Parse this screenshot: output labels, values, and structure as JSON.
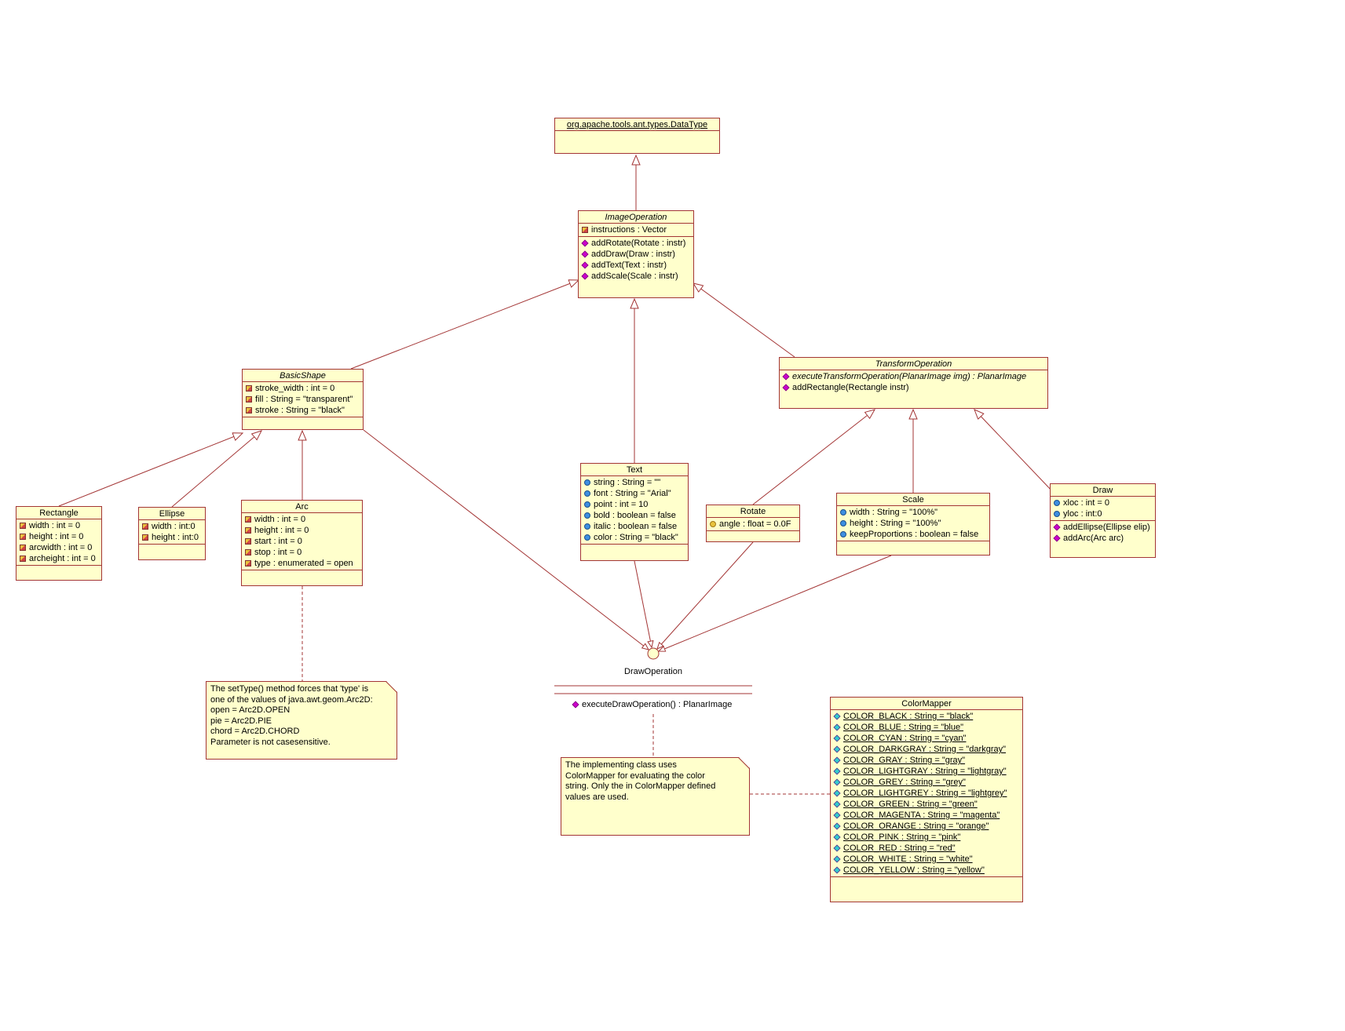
{
  "colors": {
    "canvas": "#FFFFFF",
    "boxfill": "#FFFFCC",
    "line": "#A33535",
    "text": "#000000",
    "attr-red": "#D04545",
    "attr-blue": "#3D8FE0",
    "attr-yellow": "#E8C33D",
    "op-magenta": "#CC00CC",
    "static-cyan": "#33CCCC"
  },
  "classes": {
    "dataType": {
      "name": "org.apache.tools.ant.types.DataType"
    },
    "imageOperation": {
      "name": "ImageOperation",
      "attributes": [
        {
          "icon": "attribute-icon",
          "text": "instructions : Vector"
        }
      ],
      "operations": [
        {
          "icon": "operation-icon",
          "text": "addRotate(Rotate : instr)"
        },
        {
          "icon": "operation-icon",
          "text": "addDraw(Draw : instr)"
        },
        {
          "icon": "operation-icon",
          "text": "addText(Text : instr)"
        },
        {
          "icon": "operation-icon",
          "text": "addScale(Scale : instr)"
        }
      ]
    },
    "basicShape": {
      "name": "BasicShape",
      "attributes": [
        {
          "icon": "attribute-icon",
          "text": "stroke_width : int = 0"
        },
        {
          "icon": "attribute-icon",
          "text": "fill : String = \"transparent\""
        },
        {
          "icon": "attribute-icon",
          "text": "stroke : String = \"black\""
        }
      ]
    },
    "transformOperation": {
      "name": "TransformOperation",
      "operations": [
        {
          "icon": "operation-icon",
          "italic": true,
          "text": "executeTransformOperation(PlanarImage img) : PlanarImage"
        },
        {
          "icon": "operation-icon",
          "text": "addRectangle(Rectangle instr)"
        }
      ]
    },
    "rectangle": {
      "name": "Rectangle",
      "attributes": [
        {
          "icon": "attribute-icon",
          "text": "width : int = 0"
        },
        {
          "icon": "attribute-icon",
          "text": "height : int = 0"
        },
        {
          "icon": "attribute-icon",
          "text": "arcwidth : int = 0"
        },
        {
          "icon": "attribute-icon",
          "text": "archeight : int = 0"
        }
      ]
    },
    "ellipse": {
      "name": "Ellipse",
      "attributes": [
        {
          "icon": "attribute-icon",
          "text": "width : int:0"
        },
        {
          "icon": "attribute-icon",
          "text": "height : int:0"
        }
      ]
    },
    "arc": {
      "name": "Arc",
      "attributes": [
        {
          "icon": "attribute-icon",
          "text": "width : int = 0"
        },
        {
          "icon": "attribute-icon",
          "text": "height : int = 0"
        },
        {
          "icon": "attribute-icon",
          "text": "start : int = 0"
        },
        {
          "icon": "attribute-icon",
          "text": "stop : int = 0"
        },
        {
          "icon": "attribute-icon",
          "text": "type : enumerated = open"
        }
      ]
    },
    "text": {
      "name": "Text",
      "attributes": [
        {
          "icon": "attribute-blue-icon",
          "text": "string : String = \"\""
        },
        {
          "icon": "attribute-blue-icon",
          "text": "font : String = \"Arial\""
        },
        {
          "icon": "attribute-blue-icon",
          "text": "point : int = 10"
        },
        {
          "icon": "attribute-blue-icon",
          "text": "bold : boolean = false"
        },
        {
          "icon": "attribute-blue-icon",
          "text": "italic : boolean = false"
        },
        {
          "icon": "attribute-blue-icon",
          "text": "color : String = \"black\""
        }
      ]
    },
    "rotate": {
      "name": "Rotate",
      "attributes": [
        {
          "icon": "attribute-yellow-icon",
          "text": "angle : float = 0.0F"
        }
      ]
    },
    "scale": {
      "name": "Scale",
      "attributes": [
        {
          "icon": "attribute-blue-icon",
          "text": "width : String = \"100%\""
        },
        {
          "icon": "attribute-blue-icon",
          "text": "height : String = \"100%\""
        },
        {
          "icon": "attribute-blue-icon",
          "text": "keepProportions : boolean = false"
        }
      ]
    },
    "draw": {
      "name": "Draw",
      "attributes": [
        {
          "icon": "attribute-blue-icon",
          "text": "xloc : int = 0"
        },
        {
          "icon": "attribute-blue-icon",
          "text": "yloc : int:0"
        }
      ],
      "operations": [
        {
          "icon": "operation-icon",
          "text": "addEllipse(Ellipse elip)"
        },
        {
          "icon": "operation-icon",
          "text": "addArc(Arc arc)"
        }
      ]
    },
    "colorMapper": {
      "name": "ColorMapper",
      "attributes": [
        {
          "icon": "static-attribute-icon",
          "underline": true,
          "text": "COLOR_BLACK : String = \"black\""
        },
        {
          "icon": "static-attribute-icon",
          "underline": true,
          "text": "COLOR_BLUE : String = \"blue\""
        },
        {
          "icon": "static-attribute-icon",
          "underline": true,
          "text": "COLOR_CYAN : String = \"cyan\""
        },
        {
          "icon": "static-attribute-icon",
          "underline": true,
          "text": "COLOR_DARKGRAY : String = \"darkgray\""
        },
        {
          "icon": "static-attribute-icon",
          "underline": true,
          "text": "COLOR_GRAY : String = \"gray\""
        },
        {
          "icon": "static-attribute-icon",
          "underline": true,
          "text": "COLOR_LIGHTGRAY : String = \"lightgray\""
        },
        {
          "icon": "static-attribute-icon",
          "underline": true,
          "text": "COLOR_GREY : String = \"grey\""
        },
        {
          "icon": "static-attribute-icon",
          "underline": true,
          "text": "COLOR_LIGHTGREY : String = \"lightgrey\""
        },
        {
          "icon": "static-attribute-icon",
          "underline": true,
          "text": "COLOR_GREEN : String = \"green\""
        },
        {
          "icon": "static-attribute-icon",
          "underline": true,
          "text": "COLOR_MAGENTA : String = \"magenta\""
        },
        {
          "icon": "static-attribute-icon",
          "underline": true,
          "text": "COLOR_ORANGE : String = \"orange\""
        },
        {
          "icon": "static-attribute-icon",
          "underline": true,
          "text": "COLOR_PINK : String = \"pink\""
        },
        {
          "icon": "static-attribute-icon",
          "underline": true,
          "text": "COLOR_RED : String = \"red\""
        },
        {
          "icon": "static-attribute-icon",
          "underline": true,
          "text": "COLOR_WHITE : String = \"white\""
        },
        {
          "icon": "static-attribute-icon",
          "underline": true,
          "text": "COLOR_YELLOW : String = \"yellow\""
        }
      ]
    }
  },
  "interface": {
    "name": "DrawOperation",
    "operations": [
      {
        "icon": "operation-icon",
        "text": "executeDrawOperation() : PlanarImage"
      }
    ]
  },
  "notes": {
    "arc_note": "The setType() method forces that 'type' is\none of the values of java.awt.geom.Arc2D:\nopen = Arc2D.OPEN\npie = Arc2D.PIE\nchord = Arc2D.CHORD\nParameter is not casesensitive.",
    "colormapper_note": "The implementing class uses\nColorMapper for evaluating the color\nstring. Only the in ColorMapper defined\nvalues are used."
  }
}
